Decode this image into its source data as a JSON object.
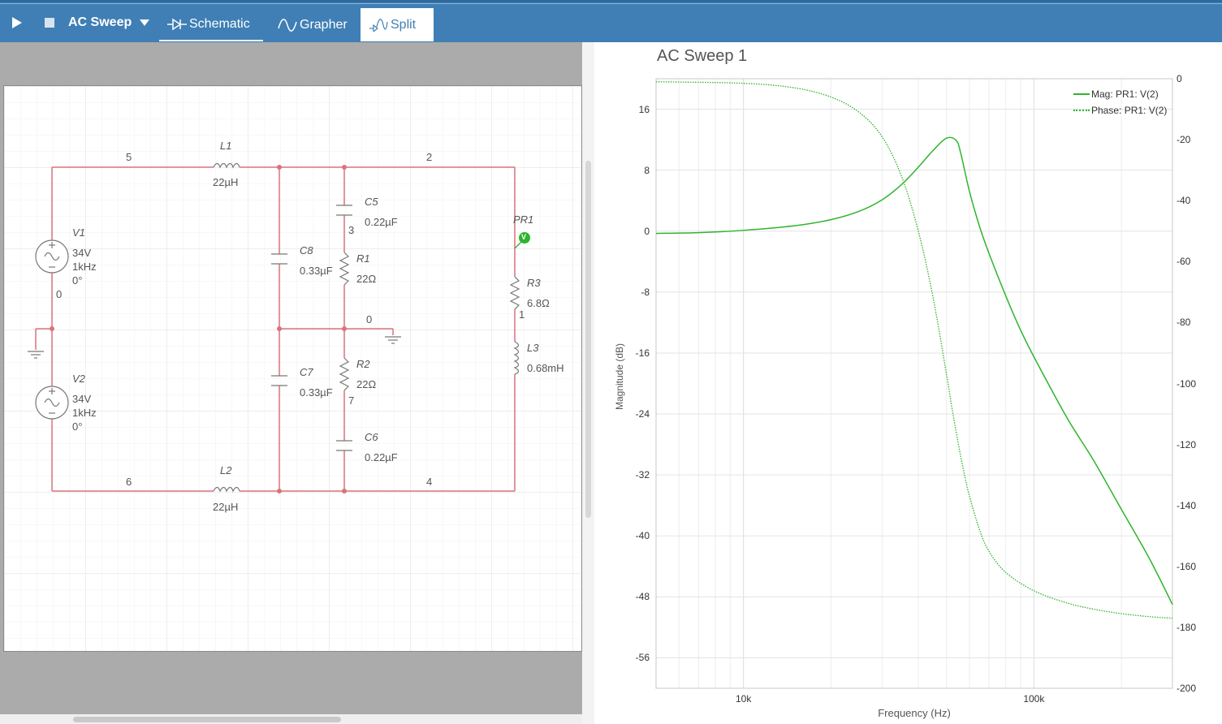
{
  "toolbar": {
    "mode_label": "AC Sweep",
    "tabs": [
      {
        "label": "Schematic"
      },
      {
        "label": "Grapher"
      },
      {
        "label": "Split"
      }
    ],
    "colors": {
      "bar": "#3f7fb5",
      "active_tab_bg": "#ffffff"
    }
  },
  "schematic": {
    "nodes": [
      "5",
      "2",
      "0",
      "3",
      "0",
      "1",
      "7",
      "6",
      "4"
    ],
    "components": {
      "L1": {
        "name": "L1",
        "value": "22µH"
      },
      "L2": {
        "name": "L2",
        "value": "22µH"
      },
      "L3": {
        "name": "L3",
        "value": "0.68mH"
      },
      "C5": {
        "name": "C5",
        "value": "0.22µF"
      },
      "C6": {
        "name": "C6",
        "value": "0.22µF"
      },
      "C7": {
        "name": "C7",
        "value": "0.33µF"
      },
      "C8": {
        "name": "C8",
        "value": "0.33µF"
      },
      "R1": {
        "name": "R1",
        "value": "22Ω"
      },
      "R2": {
        "name": "R2",
        "value": "22Ω"
      },
      "R3": {
        "name": "R3",
        "value": "6.8Ω"
      },
      "V1": {
        "name": "V1",
        "amp": "34V",
        "freq": "1kHz",
        "phase": "0°"
      },
      "V2": {
        "name": "V2",
        "amp": "34V",
        "freq": "1kHz",
        "phase": "0°"
      },
      "PR1": {
        "name": "PR1",
        "badge": "V"
      }
    },
    "wire_color": "#d9747c"
  },
  "chart_data": {
    "type": "line",
    "title": "AC Sweep 1",
    "xlabel": "Frequency (Hz)",
    "ylabel": "Magnitude (dB)",
    "x_scale": "log",
    "xlim": [
      5000,
      300000
    ],
    "x_ticks": [
      {
        "value": 10000,
        "label": "10k"
      },
      {
        "value": 100000,
        "label": "100k"
      }
    ],
    "ylim": [
      -60,
      20
    ],
    "y_ticks": [
      16,
      8,
      0,
      -8,
      -16,
      -24,
      -32,
      -40,
      -48,
      -56
    ],
    "y2lim": [
      -200,
      0
    ],
    "y2_ticks": [
      0,
      -20,
      -40,
      -60,
      -80,
      -100,
      -120,
      -140,
      -160,
      -180,
      -200
    ],
    "grid": true,
    "legend_position": "top-right",
    "series": [
      {
        "name": "Mag: PR1: V(2)",
        "axis": "left",
        "color": "#2db52d",
        "style": "solid",
        "x": [
          5000,
          7000,
          10000,
          15000,
          20000,
          25000,
          30000,
          35000,
          40000,
          45000,
          50000,
          54000,
          56000,
          60000,
          65000,
          70000,
          80000,
          90000,
          100000,
          130000,
          160000,
          200000,
          250000,
          300000
        ],
        "y": [
          -0.3,
          -0.2,
          0.1,
          0.7,
          1.5,
          2.6,
          4.1,
          6.1,
          8.4,
          10.6,
          12.2,
          11.9,
          10.2,
          5.2,
          0.6,
          -2.9,
          -8.5,
          -13,
          -16.5,
          -24.5,
          -30,
          -36.5,
          -43,
          -49
        ]
      },
      {
        "name": "Phase: PR1: V(2)",
        "axis": "right",
        "color": "#2db52d",
        "style": "dotted",
        "x": [
          5000,
          10000,
          15000,
          20000,
          25000,
          30000,
          35000,
          40000,
          45000,
          50000,
          52000,
          54000,
          56000,
          58000,
          60000,
          65000,
          70000,
          80000,
          100000,
          130000,
          160000,
          200000,
          250000,
          300000
        ],
        "y": [
          -1,
          -1.5,
          -3,
          -6,
          -11,
          -19,
          -32,
          -50,
          -72,
          -97,
          -107,
          -116,
          -124,
          -131,
          -137,
          -148,
          -155,
          -162,
          -168,
          -172,
          -174,
          -175.5,
          -176.5,
          -177
        ]
      }
    ]
  }
}
